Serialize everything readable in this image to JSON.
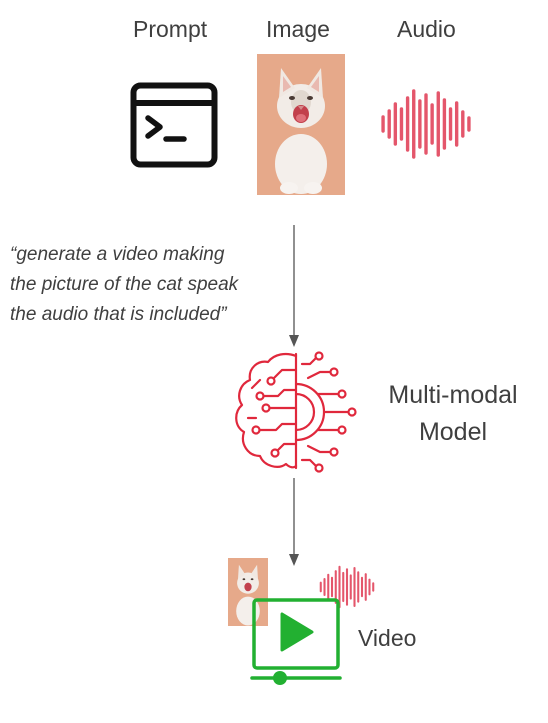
{
  "inputs": {
    "prompt_label": "Prompt",
    "image_label": "Image",
    "audio_label": "Audio"
  },
  "instruction": {
    "line1": "“generate a video making",
    "line2": "the picture of the cat speak",
    "line3": "the audio that is included”"
  },
  "model": {
    "line1": "Multi-modal",
    "line2": "Model"
  },
  "output": {
    "video_label": "Video"
  },
  "icons": {
    "prompt": "terminal-icon",
    "image": "cat-photo",
    "audio": "sound-wave-icon",
    "model": "brain-circuit-icon",
    "video": "video-player-icon"
  },
  "colors": {
    "audio_wave": "#e4566b",
    "brain": "#e0283c",
    "video": "#22b031",
    "cat_background": "#e6a98a"
  }
}
